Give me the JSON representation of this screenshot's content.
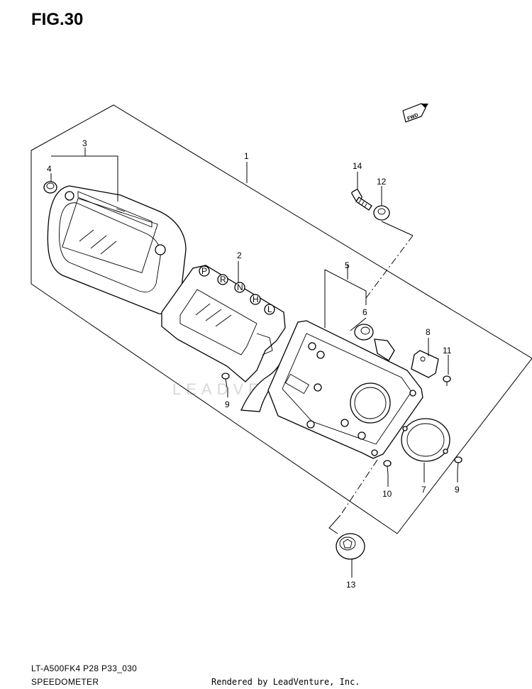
{
  "figure": {
    "title": "FIG.30"
  },
  "direction_badge": {
    "label": "FWD"
  },
  "watermark": {
    "text": "LEADVENTURE"
  },
  "callouts": [
    {
      "id": "c1",
      "label": "1"
    },
    {
      "id": "c2",
      "label": "2"
    },
    {
      "id": "c3",
      "label": "3"
    },
    {
      "id": "c4",
      "label": "4"
    },
    {
      "id": "c5",
      "label": "5"
    },
    {
      "id": "c6",
      "label": "6"
    },
    {
      "id": "c7",
      "label": "7"
    },
    {
      "id": "c8",
      "label": "8"
    },
    {
      "id": "c9a",
      "label": "9"
    },
    {
      "id": "c9b",
      "label": "9"
    },
    {
      "id": "c10",
      "label": "10"
    },
    {
      "id": "c11",
      "label": "11"
    },
    {
      "id": "c12",
      "label": "12"
    },
    {
      "id": "c13",
      "label": "13"
    },
    {
      "id": "c14",
      "label": "14"
    }
  ],
  "gear_indicators": [
    "P",
    "R",
    "N",
    "H",
    "L"
  ],
  "footer": {
    "model_code": "LT-A500FK4 P28 P33_030",
    "section_name": "SPEEDOMETER",
    "credit": "Rendered by LeadVenture, Inc."
  }
}
